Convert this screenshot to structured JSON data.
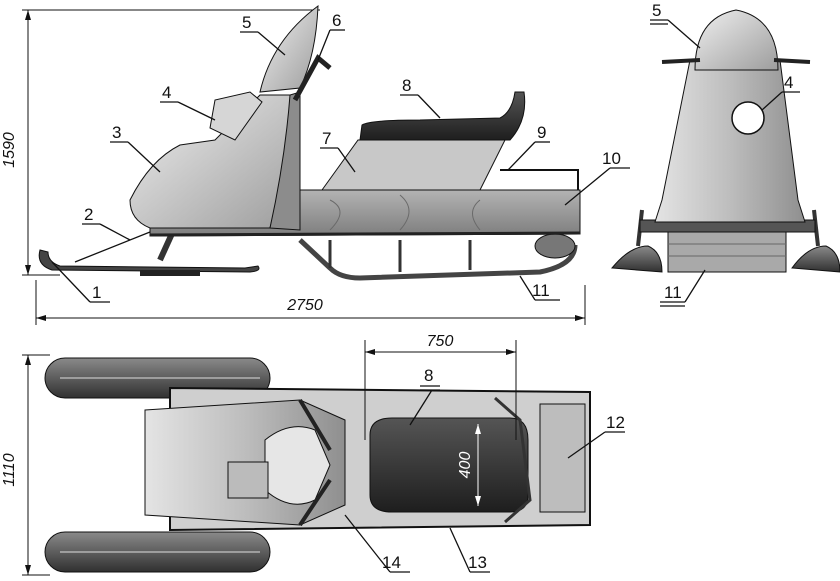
{
  "dimensions": {
    "length": "2750",
    "height": "1590",
    "width": "1110",
    "body_length": "750",
    "body_width": "400"
  },
  "labels": {
    "side": [
      "1",
      "2",
      "3",
      "4",
      "5",
      "6",
      "7",
      "8",
      "9",
      "10",
      "11"
    ],
    "front": [
      "5",
      "4",
      "11"
    ],
    "top": [
      "8",
      "12",
      "13",
      "14"
    ]
  },
  "colors": {
    "line": "#111111",
    "body_grey": "#b9b9b9",
    "light_grey": "#d9d9d9",
    "dark": "#2b2b2b",
    "wood": "#9a9a9a"
  }
}
